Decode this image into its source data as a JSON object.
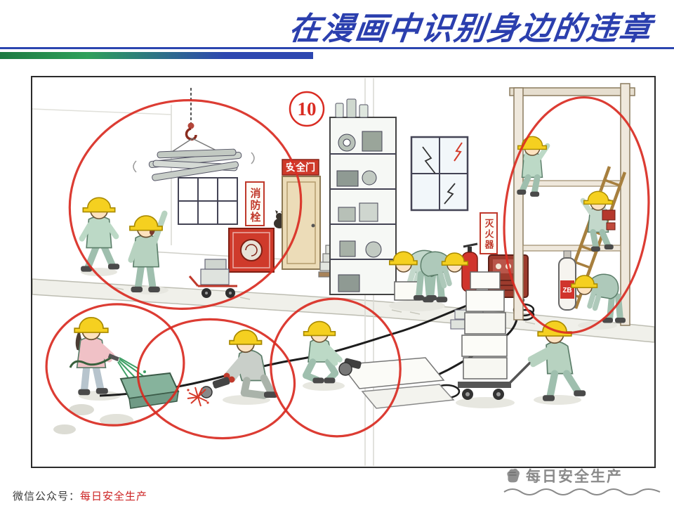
{
  "slide": {
    "title": "在漫画中识别身边的违章",
    "footer": {
      "prefix": "微信公众号：",
      "account": "每日安全生产"
    },
    "watermark": {
      "text": "每日安全生产"
    }
  },
  "cartoon": {
    "number_label": "10",
    "signs": {
      "safety_door": "安全门",
      "fire_hydrant": "消防栓",
      "fire_extinguisher": "灭火器"
    },
    "cylinder_label": "ZB"
  },
  "colors": {
    "title_blue": "#2b3fae",
    "divider_green": "#2fa05a",
    "violation_red": "#d92b22",
    "helmet_yellow": "#f5d020",
    "footer_red": "#cc2222",
    "watermark_gray": "#8a8a8a"
  }
}
